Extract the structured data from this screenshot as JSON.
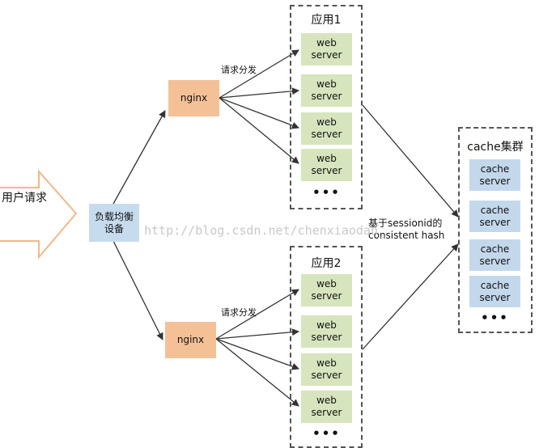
{
  "user_request_label": "用户请求",
  "load_balancer": {
    "label": "负载均衡\n设备"
  },
  "nginx_top": {
    "label": "nginx"
  },
  "nginx_bottom": {
    "label": "nginx"
  },
  "dispatch_label_top": "请求分发",
  "dispatch_label_bottom": "请求分发",
  "app1": {
    "title": "应用1",
    "servers": [
      "web\nserver",
      "web\nserver",
      "web\nserver",
      "web\nserver"
    ],
    "ellipsis": "•••"
  },
  "app2": {
    "title": "应用2",
    "servers": [
      "web\nserver",
      "web\nserver",
      "web\nserver",
      "web\nserver"
    ],
    "ellipsis": "•••"
  },
  "cache_cluster": {
    "title": "cache集群",
    "servers": [
      "cache\nserver",
      "cache\nserver",
      "cache\nserver",
      "cache\nserver"
    ],
    "ellipsis": "•••"
  },
  "hash_label": {
    "line1": "基于sessionid的",
    "line2": "consistent hash"
  },
  "watermark": "http://blog.csdn.net/chenxiaodan_",
  "colors": {
    "web_server": "#d6e5bd",
    "cache_server": "#c4d8ec",
    "nginx": "#f4c197",
    "load_balancer": "#c7dbee",
    "arrow_outline": "#f0b98a"
  }
}
